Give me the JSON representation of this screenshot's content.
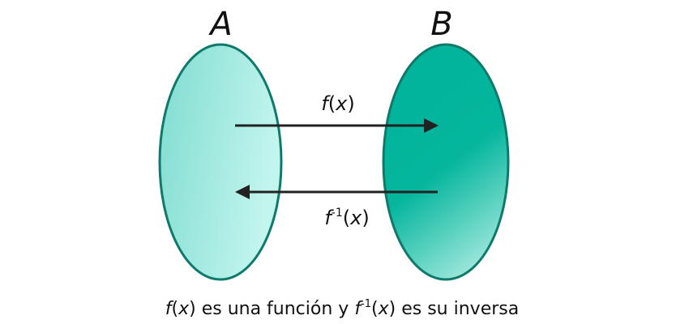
{
  "sets": {
    "a_label": "A",
    "b_label": "B"
  },
  "arrows": {
    "forward": {
      "fn": "f",
      "open": "(",
      "var": "x",
      "close": ")"
    },
    "inverse": {
      "fn": "f",
      "sup": "-1",
      "open": "(",
      "var": "x",
      "close": ")"
    }
  },
  "caption": {
    "p1_fn": "f",
    "p1_open": "(",
    "p1_var": "x",
    "p1_rest": ") es una función y ",
    "p2_fn": "f",
    "p2_sup": "-1",
    "p2_open": "(",
    "p2_var": "x",
    "p2_rest": ") es su inversa"
  },
  "colors": {
    "set_a_fill_light": "#b8f2ea",
    "set_a_fill": "#7fdcd0",
    "set_b_fill": "#00b39a",
    "set_b_fill_light": "#8fe3d6",
    "outline": "#0f7a6c",
    "arrow": "#222222"
  }
}
